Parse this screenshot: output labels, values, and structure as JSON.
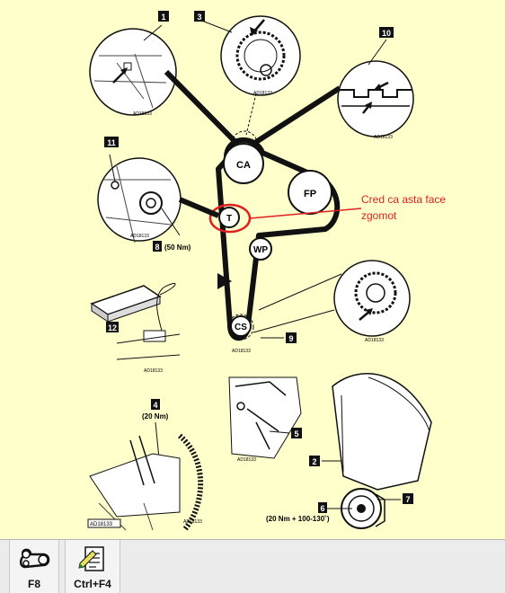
{
  "diagram": {
    "pulleys": {
      "ca": "CA",
      "fp": "FP",
      "t": "T",
      "wp": "WP",
      "cs": "CS"
    },
    "callouts": {
      "c1": "1",
      "c2": "2",
      "c3": "3",
      "c4": "4",
      "c5": "5",
      "c6": "6",
      "c7": "7",
      "c8": "8",
      "c9": "9",
      "c10": "10",
      "c11": "11",
      "c12": "12"
    },
    "torque": {
      "t8": "(50 Nm)",
      "t4": "(20 Nm)",
      "t6": "(20 Nm + 100-130˚)"
    },
    "refs": {
      "r1": "AD18133",
      "r2": "AD18133",
      "r3": "AD18133",
      "r4": "AD18133",
      "r5": "AD18133",
      "r6": "AD18133",
      "r7": "AD18133",
      "r8": "AD18133",
      "r9": "AD18133",
      "r10": "AD18133"
    },
    "annotation": {
      "line1": "Cred ca asta face",
      "line2": "zgomot",
      "color": "#e02020"
    }
  },
  "toolbar": {
    "buttons": [
      {
        "label": "F8",
        "icon": "belt-diagram-icon"
      },
      {
        "label": "Ctrl+F4",
        "icon": "edit-note-icon"
      }
    ]
  }
}
